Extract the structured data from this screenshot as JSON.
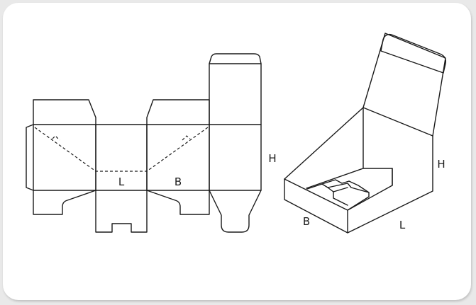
{
  "dieline_labels": {
    "length": "L",
    "breadth": "B",
    "height": "H"
  },
  "box_labels": {
    "breadth": "B",
    "length": "L",
    "height": "H"
  },
  "colors": {
    "background": "#e9e9e9",
    "card": "#ffffff",
    "line": "#1a1a1a"
  }
}
